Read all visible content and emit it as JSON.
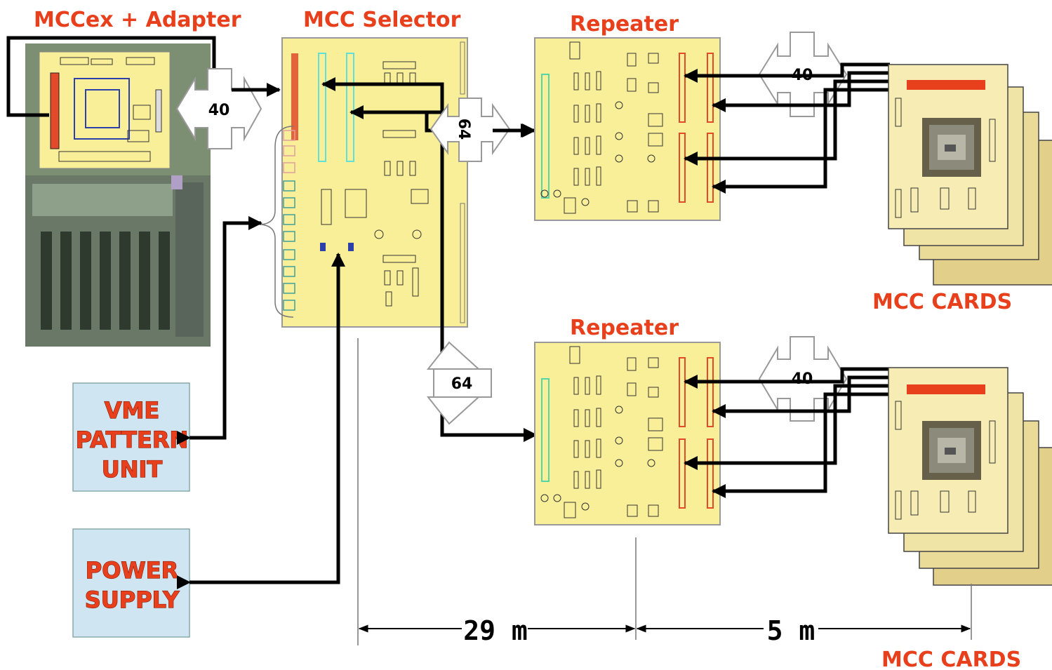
{
  "labels": {
    "mccex_adapter": "MCCex + Adapter",
    "mcc_selector": "MCC Selector",
    "repeater_top": "Repeater",
    "repeater_bottom": "Repeater",
    "mcc_cards_top": "MCC CARDS",
    "mcc_cards_bottom": "MCC CARDS"
  },
  "boxes": {
    "vme_line1": "VME",
    "vme_line2": "PATTERN",
    "vme_line3": "UNIT",
    "power_line1": "POWER",
    "power_line2": "SUPPLY"
  },
  "bus_widths": {
    "adapter_selector": "40",
    "selector_repeater_top": "64",
    "selector_repeater_bottom": "64",
    "repeater_cards_top": "40",
    "repeater_cards_bottom": "40"
  },
  "distances": {
    "selector_to_repeater": "29 m",
    "repeater_to_cards": "5 m"
  },
  "colors": {
    "board_fill": "#f8ef98",
    "box_fill": "#cfe5f2",
    "label_red": "#e8401c",
    "connector_red": "#e24a2a",
    "connector_cyan": "#5fe0d8",
    "connector_green": "#55d6a8"
  }
}
